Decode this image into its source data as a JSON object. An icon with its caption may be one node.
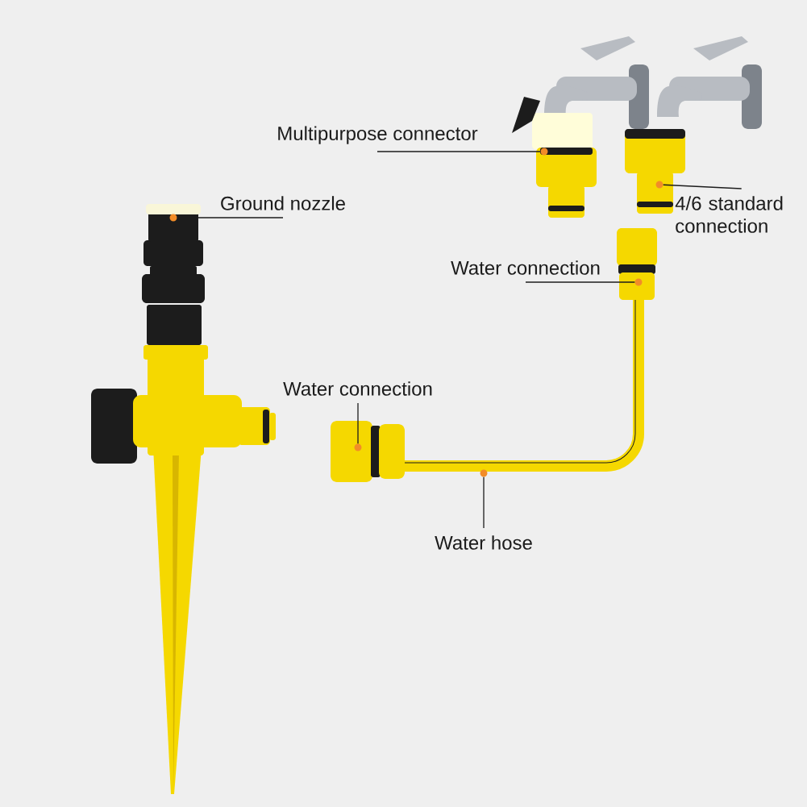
{
  "diagram": {
    "nodes": [
      {
        "text": [
          "Multipurpose connector"
        ]
      },
      {
        "text": [],
        "shape": "circle"
      },
      {
        "text": [
          "Ground nozzle"
        ]
      },
      {
        "text": [],
        "shape": "circle"
      },
      {
        "text": [
          "4/6 standard connection"
        ]
      },
      {
        "text": [],
        "shape": "circle"
      },
      {
        "text": [
          "Water connection"
        ]
      },
      {
        "text": [],
        "shape": "circle"
      },
      {
        "text": [
          "Water connection"
        ]
      },
      {
        "text": [],
        "shape": "circle"
      },
      {
        "text": [
          "Water hose"
        ]
      },
      {
        "text": [],
        "shape": "circle"
      }
    ],
    "edges": [
      {
        "from": 0,
        "to": 1,
        "arrow": "none"
      },
      {
        "from": 2,
        "to": 3,
        "arrow": "none"
      },
      {
        "from": 4,
        "to": 5,
        "arrow": "none"
      },
      {
        "from": 6,
        "to": 7,
        "arrow": "none"
      },
      {
        "from": 8,
        "to": 9,
        "arrow": "none"
      },
      {
        "from": 10,
        "to": 11,
        "arrow": "none"
      }
    ]
  }
}
